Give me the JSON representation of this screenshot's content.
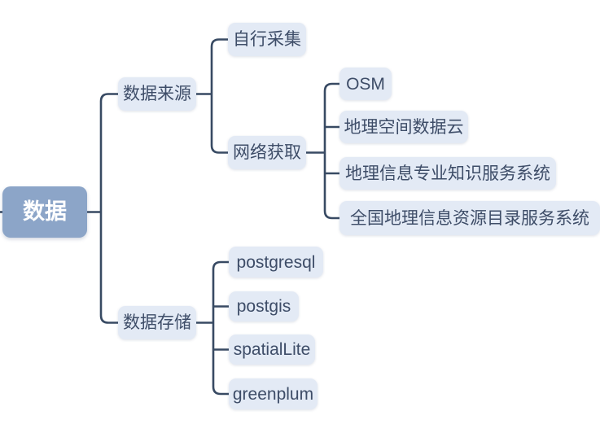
{
  "diagram": {
    "type": "mindmap-tree",
    "background_color": "#ffffff",
    "colors": {
      "root_fill": "#8ca5c8",
      "root_text": "#ffffff",
      "node_fill": "#e3eaf5",
      "node_text": "#3e4d68",
      "line": "#384a63"
    },
    "root": {
      "label": "数据"
    },
    "branches": [
      {
        "label": "数据来源",
        "children": [
          {
            "label": "自行采集"
          },
          {
            "label": "网络获取",
            "children": [
              {
                "label": "OSM"
              },
              {
                "label": "地理空间数据云"
              },
              {
                "label": "地理信息专业知识服务系统"
              },
              {
                "label": "全国地理信息资源目录服务系统"
              }
            ]
          }
        ]
      },
      {
        "label": "数据存储",
        "children": [
          {
            "label": "postgresql"
          },
          {
            "label": "postgis"
          },
          {
            "label": "spatialLite"
          },
          {
            "label": "greenplum"
          }
        ]
      }
    ]
  }
}
